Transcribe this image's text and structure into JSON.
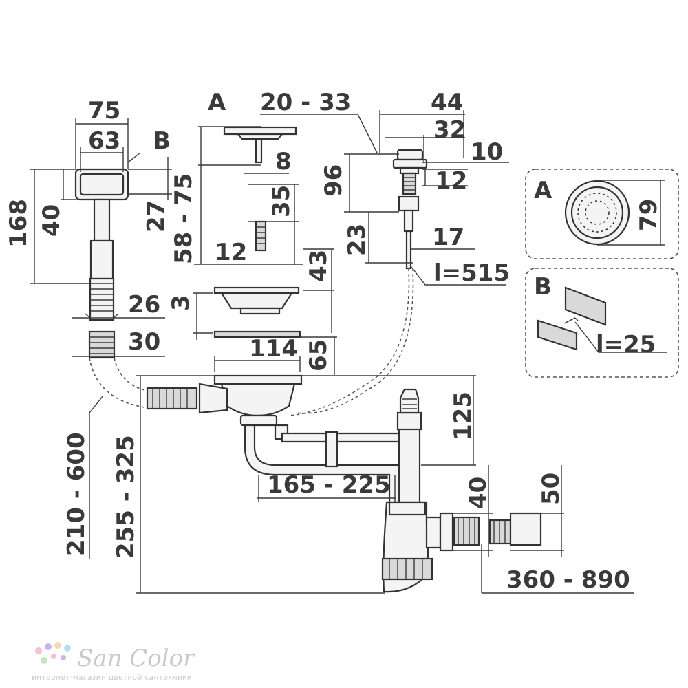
{
  "drawing": {
    "dimensions": {
      "d75": "75",
      "d63": "63",
      "d168": "168",
      "d40a": "40",
      "d27": "27",
      "d58_75": "58 - 75",
      "d26": "26",
      "d30": "30",
      "d8": "8",
      "d35": "35",
      "d12a": "12",
      "d43": "43",
      "d3": "3",
      "d114": "114",
      "d65": "65",
      "d20_33": "20 - 33",
      "d44": "44",
      "d32": "32",
      "d10": "10",
      "d12b": "12",
      "d96": "96",
      "d23": "23",
      "d17": "17",
      "l515": "l=515",
      "d79": "79",
      "l25": "l=25",
      "d125": "125",
      "d165_225": "165 - 225",
      "d210_600": "210 - 600",
      "d255_325": "255 - 325",
      "d40b": "40",
      "d50": "50",
      "d360_890": "360 - 890"
    },
    "labels": {
      "a_top": "A",
      "b_top": "B",
      "a_box": "A",
      "b_box": "B"
    }
  },
  "brand": {
    "name": "San Color",
    "tagline": "интернет-магазин цветной сантехники",
    "colors": [
      "#f3c1d6",
      "#c8b4ea",
      "#f7d8a8",
      "#b8dcf2",
      "#c6e6b8"
    ]
  }
}
